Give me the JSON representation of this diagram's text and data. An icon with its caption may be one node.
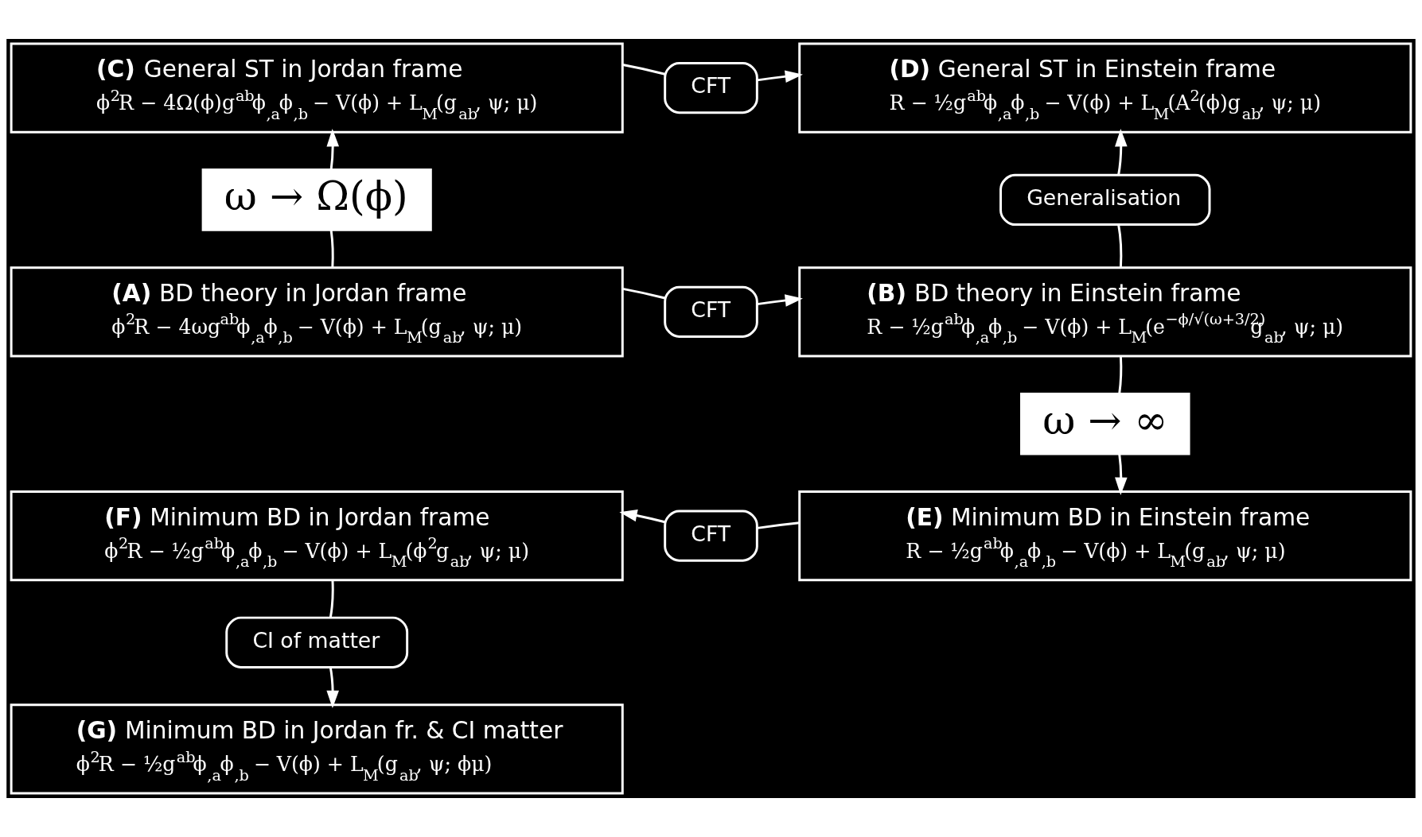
{
  "diagram": {
    "nodes": [
      {
        "text": [
          "**(C)** General ST in Jordan frame",
          "ϕ$^{2}$R − 4Ω(ϕ)g$^{ab}$ϕ$_{,a}$ϕ$_{,b}$ − V(ϕ) + L$_{M}$(g$_{ab}$, ψ; μ)"
        ]
      },
      {
        "text": [
          "CFT"
        ]
      },
      {
        "text": [
          "**(D)** General ST in Einstein frame",
          "R − ½g$^{ab}$ϕ$_{,a}$ϕ$_{,b}$ − V(ϕ) + L$_{M}$(A$^{2}$(ϕ)g$_{ab}$, ψ; μ)"
        ]
      },
      {
        "text": [
          "ω → Ω(ϕ)"
        ]
      },
      {
        "text": [
          "Generalisation"
        ]
      },
      {
        "text": [
          "**(A)** BD theory in Jordan frame",
          "ϕ$^{2}$R − 4ωg$^{ab}$ϕ$_{,a}$ϕ$_{,b}$ − V(ϕ) + L$_{M}$(g$_{ab}$, ψ; μ)"
        ]
      },
      {
        "text": [
          "CFT"
        ]
      },
      {
        "text": [
          "**(B)** BD theory in Einstein frame",
          "R − ½g$^{ab}$ϕ$_{,a}$ϕ$_{,b}$ − V(ϕ) + L$_{M}$(e$^{−ϕ/√(ω+3/2)}$g$_{ab}$, ψ; μ)"
        ]
      },
      {
        "text": [
          "ω → ∞"
        ]
      },
      {
        "text": [
          "**(F)** Minimum BD in Jordan frame",
          "ϕ$^{2}$R − ½g$^{ab}$ϕ$_{,a}$ϕ$_{,b}$ − V(ϕ) + L$_{M}$(ϕ$^{2}$g$_{ab}$, ψ; μ)"
        ]
      },
      {
        "text": [
          "CFT"
        ]
      },
      {
        "text": [
          "**(E)** Minimum BD in Einstein frame",
          "R − ½g$^{ab}$ϕ$_{,a}$ϕ$_{,b}$ − V(ϕ) + L$_{M}$(g$_{ab}$, ψ; μ)"
        ]
      },
      {
        "text": [
          "CI of matter"
        ]
      },
      {
        "text": [
          "**(G)** Minimum BD in Jordan fr. & CI matter",
          "ϕ$^{2}$R − ½g$^{ab}$ϕ$_{,a}$ϕ$_{,b}$ − V(ϕ) + L$_{M}$(g$_{ab}$, ψ; ϕμ)"
        ]
      }
    ],
    "edges": [
      {
        "from": 5,
        "to": 3,
        "arrow": "none"
      },
      {
        "from": 3,
        "to": 0,
        "arrow": "to"
      },
      {
        "from": 0,
        "to": 1,
        "arrow": "none"
      },
      {
        "from": 1,
        "to": 2,
        "arrow": "to"
      },
      {
        "from": 5,
        "to": 6,
        "arrow": "none"
      },
      {
        "from": 6,
        "to": 7,
        "arrow": "to"
      },
      {
        "from": 7,
        "to": 4,
        "arrow": "none"
      },
      {
        "from": 4,
        "to": 2,
        "arrow": "to"
      },
      {
        "from": 7,
        "to": 8,
        "arrow": "none"
      },
      {
        "from": 8,
        "to": 11,
        "arrow": "to"
      },
      {
        "from": 11,
        "to": 10,
        "arrow": "none"
      },
      {
        "from": 10,
        "to": 9,
        "arrow": "to"
      },
      {
        "from": 9,
        "to": 12,
        "arrow": "none"
      },
      {
        "from": 12,
        "to": 13,
        "arrow": "to"
      }
    ]
  }
}
